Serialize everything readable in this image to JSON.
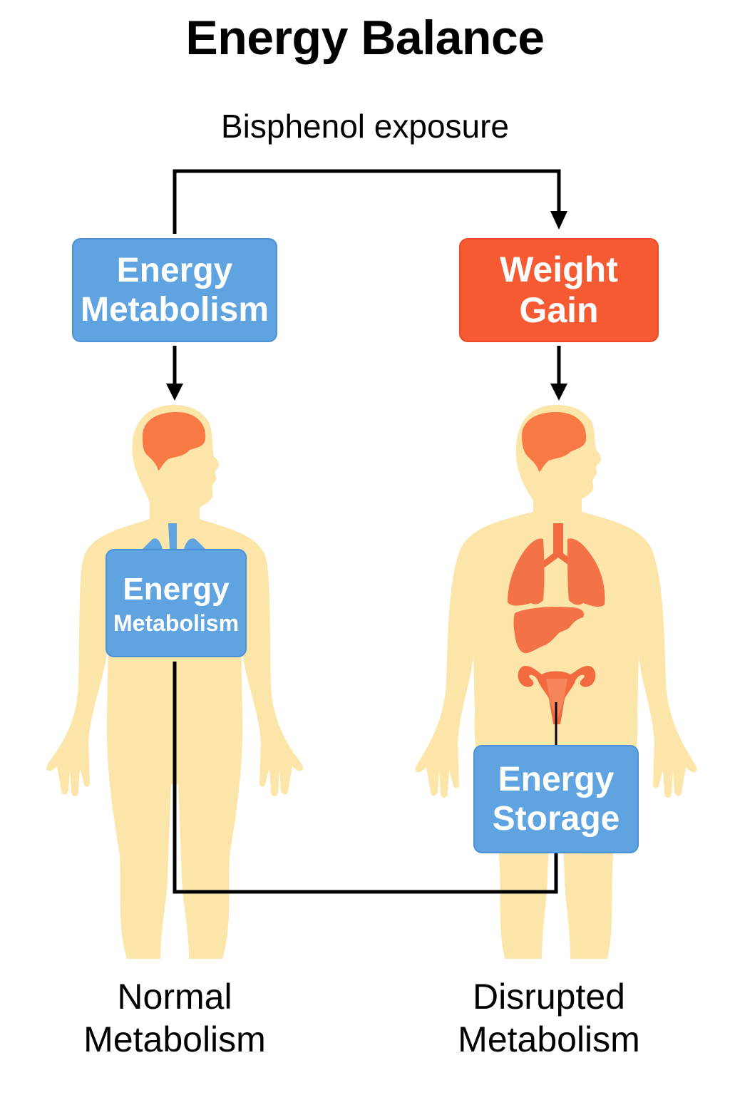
{
  "title": "Energy Balance",
  "trigger_label": "Bisphenol exposure",
  "colors": {
    "box_blue": "#5fa3e0",
    "box_red": "#f55a32",
    "body_fill": "#fbe5a8",
    "organ_fill": "#f77a45",
    "connector": "#000000"
  },
  "left_column": {
    "top_box": {
      "line1": "Energy",
      "line2": "Metabolism"
    },
    "body_box": {
      "line1": "Energy",
      "line2": "Metabolism"
    },
    "caption": {
      "line1": "Normal",
      "line2": "Metabolism"
    }
  },
  "right_column": {
    "top_box": {
      "line1": "Weight",
      "line2": "Gain"
    },
    "body_box": {
      "line1": "Energy",
      "line2": "Storage"
    },
    "caption": {
      "line1": "Disrupted",
      "line2": "Metabolism"
    }
  },
  "icons": [
    "brain-icon",
    "lungs-icon",
    "liver-icon",
    "uterus-icon",
    "human-body-icon",
    "arrow-down-icon"
  ]
}
